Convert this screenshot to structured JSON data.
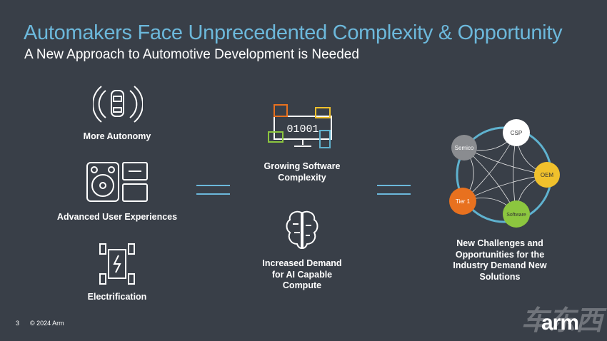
{
  "title": "Automakers Face Unprecedented Complexity & Opportunity",
  "subtitle": "A New Approach to Automotive Development is Needed",
  "left_items": [
    {
      "label": "More Autonomy",
      "icon": "autonomous-car-icon"
    },
    {
      "label": "Advanced User Experiences",
      "icon": "dashboard-icon"
    },
    {
      "label": "Electrification",
      "icon": "ev-battery-chassis-icon"
    }
  ],
  "middle_items": [
    {
      "label": [
        "Growing Software",
        "Complexity"
      ],
      "icon": "puzzle-code-icon",
      "binary": "01001"
    },
    {
      "label": [
        "Increased Demand",
        "for AI Capable",
        "Compute"
      ],
      "icon": "brain-circuit-icon"
    }
  ],
  "ecosystem": {
    "nodes": [
      {
        "label": "CSP",
        "color": "#ffffff"
      },
      {
        "label": "Semico",
        "color": "#8a8c90"
      },
      {
        "label": "OEM",
        "color": "#f0c12c"
      },
      {
        "label": "Tier 1",
        "color": "#e8711f"
      },
      {
        "label": "Software",
        "color": "#8cc63f"
      }
    ],
    "ring_color": "#5fb2cf"
  },
  "right_label": [
    "New Challenges and",
    "Opportunities for the",
    "Industry Demand New",
    "Solutions"
  ],
  "footer": {
    "page": "3",
    "copyright": "© 2024 Arm",
    "logo": "arm",
    "watermark": "车东西"
  }
}
